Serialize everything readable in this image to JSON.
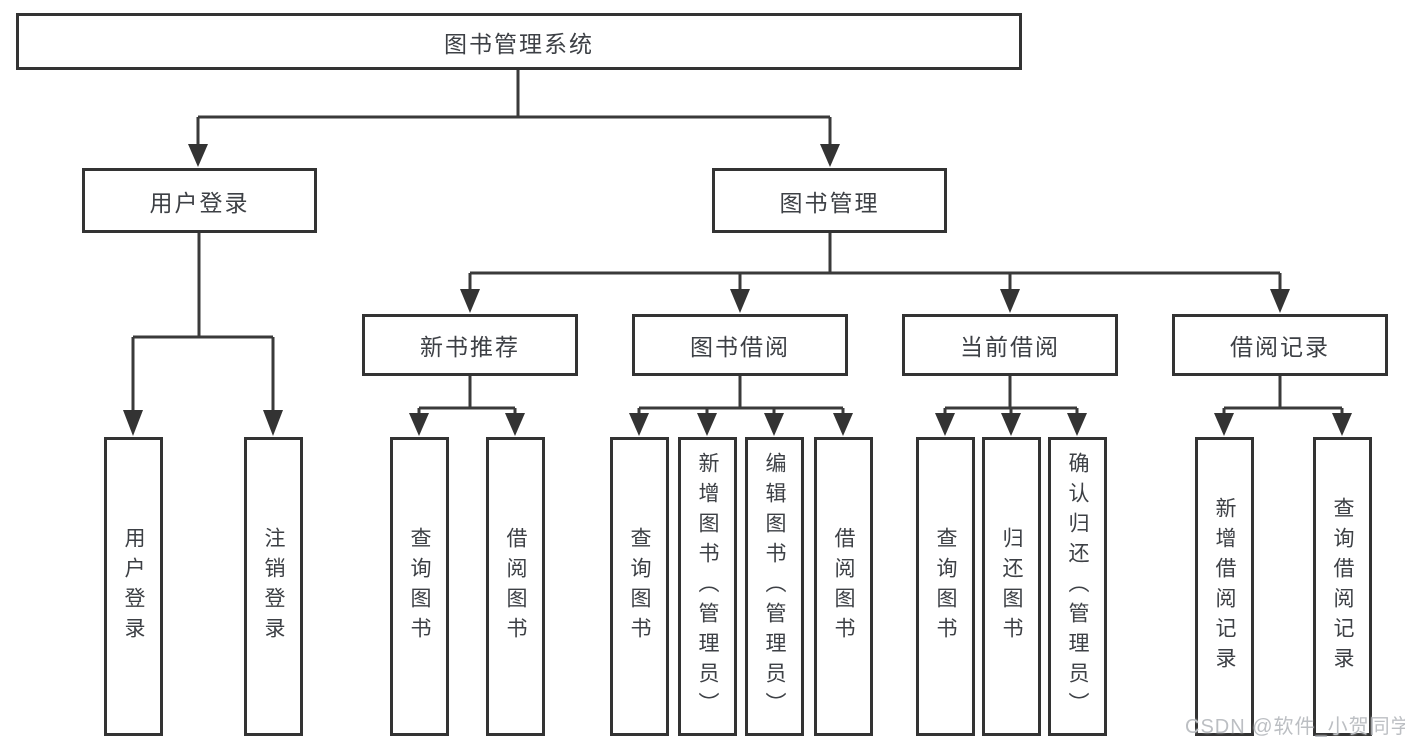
{
  "diagram": {
    "root": {
      "label": "图书管理系统"
    },
    "level2": {
      "user_login": {
        "label": "用户登录"
      },
      "book_management": {
        "label": "图书管理"
      }
    },
    "level3": {
      "new_book_recommend": {
        "label": "新书推荐"
      },
      "book_borrow": {
        "label": "图书借阅"
      },
      "current_borrow": {
        "label": "当前借阅"
      },
      "borrow_records": {
        "label": "借阅记录"
      }
    },
    "leaves": {
      "user_login": {
        "label": "用户登录"
      },
      "logout": {
        "label": "注销登录"
      },
      "nb_query_books": {
        "label": "查询图书"
      },
      "nb_borrow_books": {
        "label": "借阅图书"
      },
      "bb_query_books": {
        "label": "查询图书"
      },
      "bb_add_books": {
        "label": "新增图书（管理员）"
      },
      "bb_edit_books": {
        "label": "编辑图书（管理员）"
      },
      "bb_borrow_books": {
        "label": "借阅图书"
      },
      "cb_query_books": {
        "label": "查询图书"
      },
      "cb_return_books": {
        "label": "归还图书"
      },
      "cb_confirm_return": {
        "label": "确认归还（管理员）"
      },
      "br_add_record": {
        "label": "新增借阅记录"
      },
      "br_query_record": {
        "label": "查询借阅记录"
      }
    },
    "colors": {
      "line": "#3a3a3a",
      "box_border": "#333333",
      "box_fill": "#ffffff",
      "text": "#3d4045",
      "watermark": "#bcbfc3"
    }
  },
  "watermark": {
    "text": "CSDN @软件_小贺同学"
  }
}
